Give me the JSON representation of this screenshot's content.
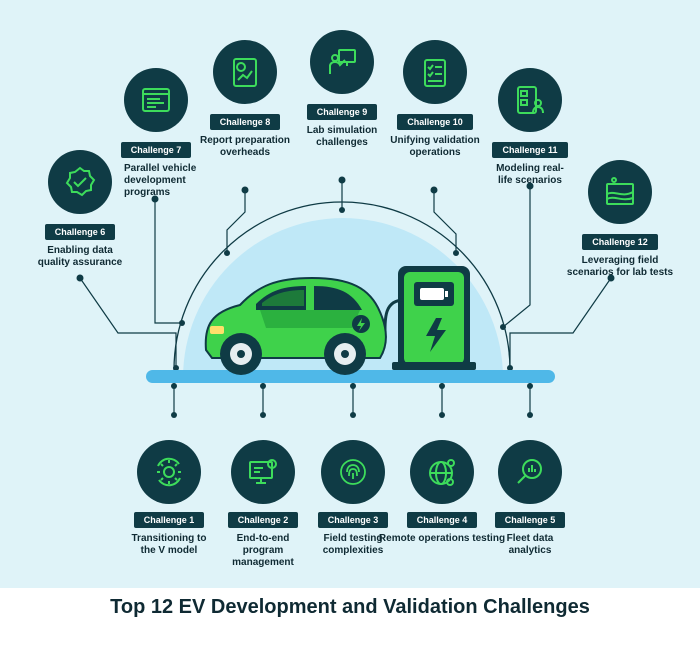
{
  "title": "Top 12 EV Development and Validation Challenges",
  "challenges": [
    {
      "badge": "Challenge 1",
      "label": "Transitioning to the V model",
      "icon": "gear-cycle-icon"
    },
    {
      "badge": "Challenge 2",
      "label": "End-to-end program management",
      "icon": "computer-gear-icon"
    },
    {
      "badge": "Challenge 3",
      "label": "Field testing complexities",
      "icon": "fingerprint-icon"
    },
    {
      "badge": "Challenge 4",
      "label": "Remote operations testing",
      "icon": "globe-network-icon"
    },
    {
      "badge": "Challenge 5",
      "label": "Fleet data analytics",
      "icon": "magnifier-chart-icon"
    },
    {
      "badge": "Challenge 6",
      "label": "Enabling data quality assurance",
      "icon": "check-badge-icon"
    },
    {
      "badge": "Challenge 7",
      "label": "Parallel vehicle development programs",
      "icon": "browser-window-icon"
    },
    {
      "badge": "Challenge 8",
      "label": "Report preparation overheads",
      "icon": "report-chart-icon"
    },
    {
      "badge": "Challenge 9",
      "label": "Lab simulation challenges",
      "icon": "presenter-board-icon"
    },
    {
      "badge": "Challenge 10",
      "label": "Unifying validation operations",
      "icon": "checklist-icon"
    },
    {
      "badge": "Challenge 11",
      "label": "Modeling real-life scenarios",
      "icon": "dashboard-user-icon"
    },
    {
      "badge": "Challenge 12",
      "label": "Leveraging field scenarios for lab tests",
      "icon": "field-landscape-icon"
    }
  ],
  "colors": {
    "background": "#dff3f8",
    "dark_teal": "#0f3b45",
    "icon_green": "#3ddc5b",
    "car_green": "#3fd24b",
    "platform_blue": "#4fb8e8",
    "dome_blue": "#bfe8f7"
  }
}
